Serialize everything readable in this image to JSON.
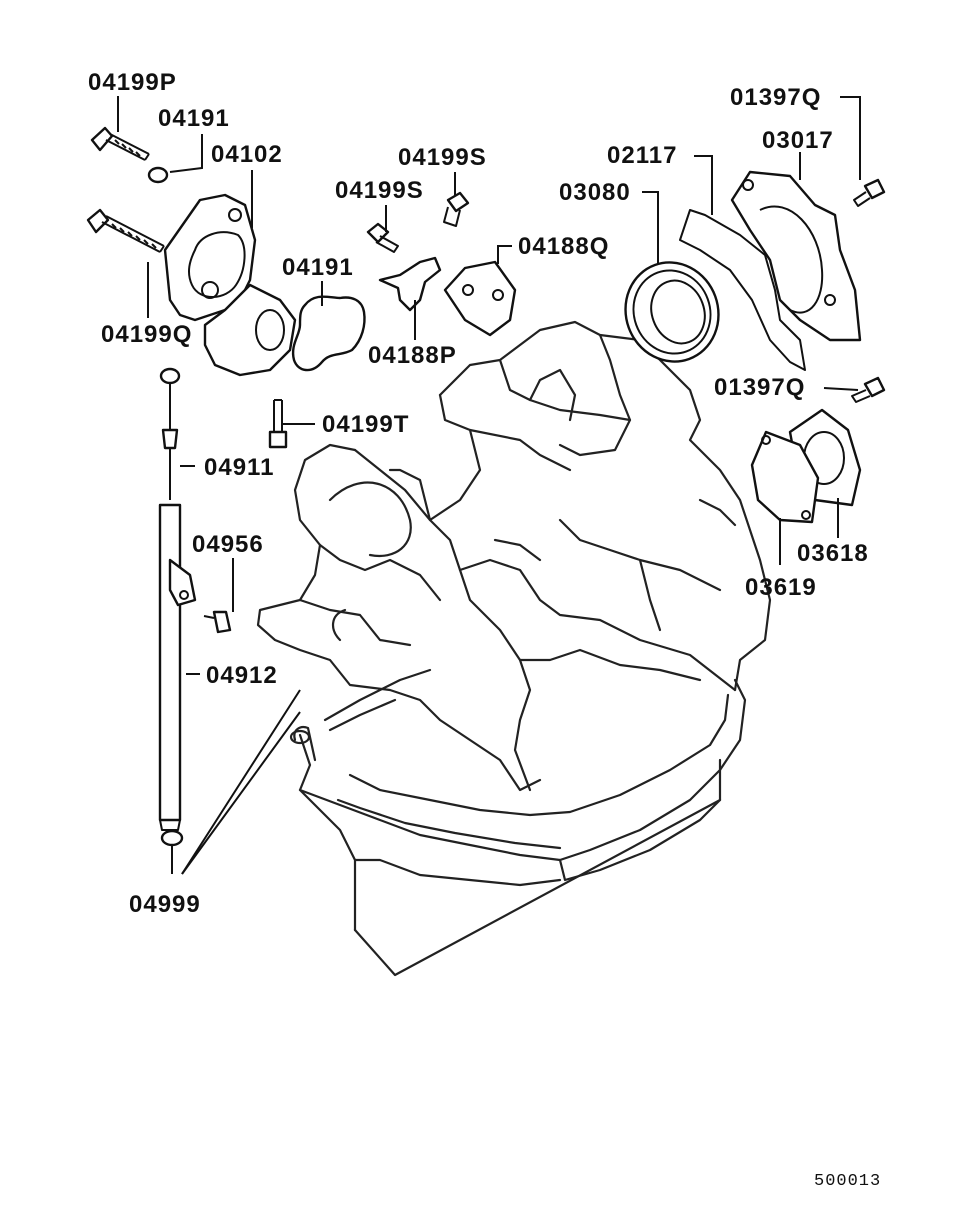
{
  "diagram": {
    "part_labels": [
      "04199P",
      "04191",
      "04102",
      "04199S",
      "04199S",
      "02117",
      "01397Q",
      "03017",
      "03080",
      "04188Q",
      "04191",
      "04188P",
      "04199Q",
      "01397Q",
      "04199T",
      "04911",
      "04956",
      "03618",
      "03619",
      "04912",
      "04999"
    ],
    "figure_code": "500013"
  }
}
